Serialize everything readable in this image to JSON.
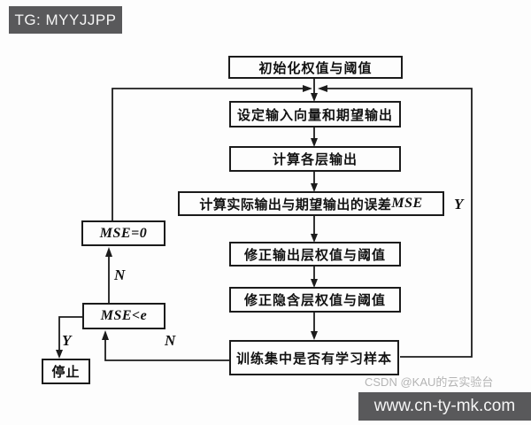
{
  "overlay": {
    "telegram_badge": "TG: MYYJJPP",
    "site_badge": "www.cn-ty-mk.com",
    "watermark": "CSDN @KAU的云实验台"
  },
  "colors": {
    "badge_bg": "#59595b",
    "line": "#1c1c1c",
    "watermark_gray": "#b4b4b4",
    "background": "#fdfdfd"
  },
  "flowchart": {
    "nodes": {
      "init": "初始化权值与阈值",
      "set_input": "设定输入向量和期望输出",
      "compute_layers": "计算各层输出",
      "compute_error_prefix": "计算实际输出与期望输出的误差",
      "compute_error_var": "MSE",
      "update_output": "修正输出层权值与阈值",
      "update_hidden": "修正隐含层权值与阈值",
      "samples_check": "训练集中是否有学习样本",
      "mse_reset": "MSE=0",
      "mse_check": "MSE<e",
      "stop": "停止"
    },
    "edge_labels": {
      "samples_yes": "Y",
      "mse_check_no_to_reset": "N",
      "mse_check_yes_to_stop": "Y",
      "samples_no_to_mse_check": "N"
    }
  }
}
